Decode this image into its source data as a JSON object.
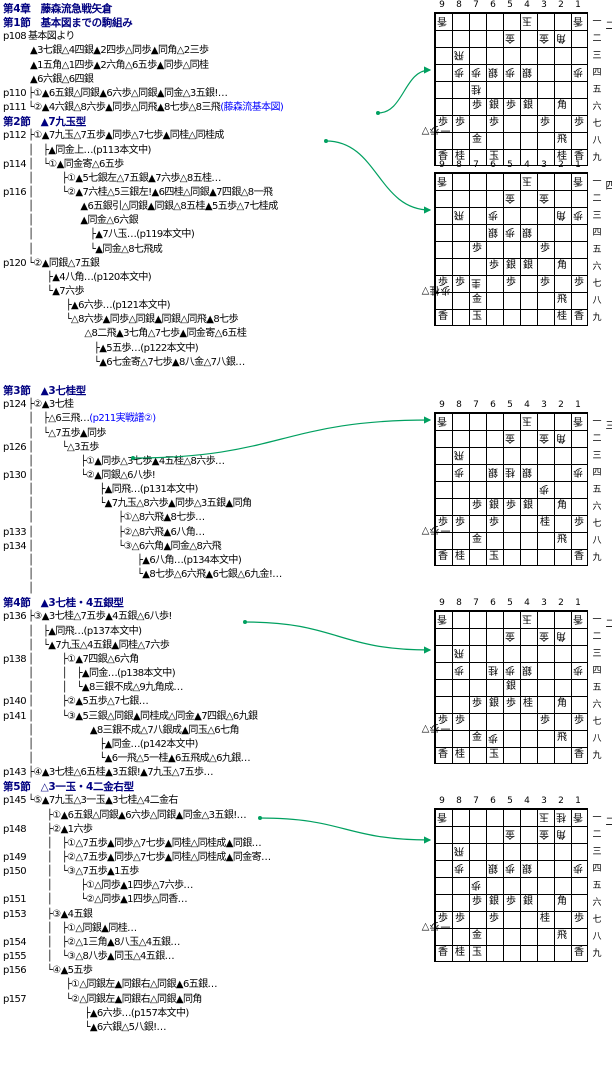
{
  "lines": [
    {
      "page": "",
      "text": "第4章　藤森流急戦矢倉",
      "head": true,
      "indent": 0
    },
    {
      "page": "",
      "text": "第1節　基本図までの駒組み",
      "head": true,
      "indent": 0
    },
    {
      "page": "p108",
      "text": "基本図より",
      "indent": 0
    },
    {
      "page": "",
      "text": "▲3七銀△4四銀▲2四歩△同歩▲同角△2三歩",
      "indent": 1
    },
    {
      "page": "",
      "text": "▲1五角△1四歩▲2六角△6五歩▲同歩△同桂",
      "indent": 1
    },
    {
      "page": "",
      "text": "▲6六銀△6四銀",
      "indent": 1
    },
    {
      "page": "p110",
      "text": "├①▲6五銀△同銀▲6六歩△同銀▲同金△3五銀!…",
      "indent": 0
    },
    {
      "page": "p111",
      "text": "└②▲4六銀△8六歩▲同歩△同飛▲8七歩△8三飛",
      "link": "(藤森流基本図)",
      "indent": 0
    },
    {
      "page": "",
      "text": "第2節　▲7九玉型",
      "head": true,
      "indent": 0
    },
    {
      "page": "p112",
      "text": "├①▲7九玉△7五歩▲同歩△7七歩▲同桂△同桂成",
      "indent": 2
    },
    {
      "page": "",
      "text": "│　├▲同金上…(p113本文中)",
      "indent": 2
    },
    {
      "page": "p114",
      "text": "│　└①▲同金寄△6五歩",
      "indent": 2
    },
    {
      "page": "",
      "text": "│　　　├①▲5七銀左△7五銀▲7六歩△8五桂…",
      "indent": 2
    },
    {
      "page": "p116",
      "text": "│　　　└②▲7六桂△5三銀左!▲6四桂△同銀▲7四銀△8一飛",
      "indent": 2
    },
    {
      "page": "",
      "text": "│　　　　　▲6五銀引△同銀▲同銀△8五桂▲5五歩△7七桂成",
      "indent": 2
    },
    {
      "page": "",
      "text": "│　　　　　▲同金△6六銀",
      "indent": 2
    },
    {
      "page": "",
      "text": "│　　　　　　├▲7八玉…(p119本文中)",
      "indent": 2
    },
    {
      "page": "",
      "text": "│　　　　　　└▲同金△8七飛成",
      "indent": 2
    },
    {
      "page": "p120",
      "text": "└②▲同銀△7五銀",
      "indent": 2
    },
    {
      "page": "",
      "text": "　　├▲4八角…(p120本文中)",
      "indent": 2
    },
    {
      "page": "",
      "text": "　　└▲7六歩",
      "indent": 2
    },
    {
      "page": "",
      "text": "　　　　├▲6六歩…(p121本文中)",
      "indent": 2
    },
    {
      "page": "",
      "text": "　　　　└△8六歩▲同歩△同銀▲同銀△同飛▲8七歩",
      "indent": 2
    },
    {
      "page": "",
      "text": "　　　　　　△8二飛▲3七角△7七歩▲同金寄△6五桂",
      "indent": 2
    },
    {
      "page": "",
      "text": "　　　　　　　├▲5五歩…(p122本文中)",
      "indent": 2
    },
    {
      "page": "",
      "text": "　　　　　　　└▲6七金寄△7七歩▲8八金△7八銀…",
      "indent": 2
    },
    {
      "page": "",
      "text": "",
      "indent": 0
    },
    {
      "page": "",
      "text": "第3節　▲3七桂型",
      "head": true,
      "indent": 0
    },
    {
      "page": "p124",
      "text": "├②▲3七桂",
      "indent": 2
    },
    {
      "page": "",
      "text": "│　├△6三飛…",
      "link": "(p211実戦譜②)",
      "indent": 2
    },
    {
      "page": "",
      "text": "│　└△7五歩▲同歩",
      "indent": 2
    },
    {
      "page": "p126",
      "text": "│　　　└△3五歩",
      "indent": 2
    },
    {
      "page": "",
      "text": "│　　　　　├①▲同歩△3七歩▲4五桂△8六歩…",
      "indent": 2
    },
    {
      "page": "p130",
      "text": "│　　　　　└②▲同銀△6八歩!",
      "indent": 2
    },
    {
      "page": "",
      "text": "│　　　　　　　├▲同飛…(p131本文中)",
      "indent": 2
    },
    {
      "page": "",
      "text": "│　　　　　　　└▲7九玉△8六歩▲同歩△3五銀▲同角",
      "indent": 2
    },
    {
      "page": "",
      "text": "│　　　　　　　　　├①△8六飛▲8七歩…",
      "indent": 2
    },
    {
      "page": "p133",
      "text": "│　　　　　　　　　├②△8六飛▲6八角…",
      "indent": 2
    },
    {
      "page": "p134",
      "text": "│　　　　　　　　　└③△6六角▲同金△8六飛",
      "indent": 2
    },
    {
      "page": "",
      "text": "│　　　　　　　　　　　├▲6八角…(p134本文中)",
      "indent": 2
    },
    {
      "page": "",
      "text": "│　　　　　　　　　　　└▲8七歩△6六飛▲6七銀△6九金!…",
      "indent": 2
    },
    {
      "page": "",
      "text": "│",
      "indent": 2
    },
    {
      "page": "",
      "text": "第4節　▲3七桂・4五銀型",
      "head": true,
      "indent": 0
    },
    {
      "page": "p136",
      "text": "├③▲3七桂△7五歩▲4五銀△6八歩!",
      "indent": 2
    },
    {
      "page": "",
      "text": "│　├▲同飛…(p137本文中)",
      "indent": 2
    },
    {
      "page": "",
      "text": "│　└▲7九玉△4五銀▲同桂△7六歩",
      "indent": 2
    },
    {
      "page": "p138",
      "text": "│　　　├①▲7四銀△6六角",
      "indent": 2
    },
    {
      "page": "",
      "text": "│　　　│　├▲同金…(p138本文中)",
      "indent": 2
    },
    {
      "page": "",
      "text": "│　　　│　└▲8三銀不成△9九角成…",
      "indent": 2
    },
    {
      "page": "p140",
      "text": "│　　　├②▲5五歩△7七銀…",
      "indent": 2
    },
    {
      "page": "p141",
      "text": "│　　　└③▲5三銀△同銀▲同桂成△同金▲7四銀△6九銀",
      "indent": 2
    },
    {
      "page": "",
      "text": "│　　　　　　▲8三銀不成△7八銀成▲同玉△6七角",
      "indent": 2
    },
    {
      "page": "",
      "text": "│　　　　　　　├▲同金…(p142本文中)",
      "indent": 2
    },
    {
      "page": "",
      "text": "│　　　　　　　└▲6一飛△5一桂▲6五飛成△6九銀…",
      "indent": 2
    },
    {
      "page": "p143",
      "text": "├④▲3七桂△6五桂▲3五銀!▲7九玉△7五歩…",
      "indent": 2
    },
    {
      "page": "",
      "text": "第5節　△3一玉・4二金右型",
      "head": true,
      "indent": 0
    },
    {
      "page": "p145",
      "text": "└⑤▲7九玉△3一玉▲3七桂△4二金右",
      "indent": 2
    },
    {
      "page": "",
      "text": "　　├①▲6五銀△同銀▲6六歩△同銀▲同金△3五銀!…",
      "indent": 2
    },
    {
      "page": "p148",
      "text": "　　├②▲1六歩",
      "indent": 2
    },
    {
      "page": "",
      "text": "　　│　├①△7五歩▲同歩△7七歩▲同桂△同桂成▲同銀…",
      "indent": 2
    },
    {
      "page": "p149",
      "text": "　　│　├②△7五歩▲同歩△7七歩▲同桂△同桂成▲同金寄…",
      "indent": 2
    },
    {
      "page": "p150",
      "text": "　　│　└③△7五歩▲1五歩",
      "indent": 2
    },
    {
      "page": "",
      "text": "　　│　　　├①△同歩▲1四歩△7六歩…",
      "indent": 2
    },
    {
      "page": "p151",
      "text": "　　│　　　└②△同歩▲1四歩△同香…",
      "indent": 2
    },
    {
      "page": "p153",
      "text": "　　├③▲4五銀",
      "indent": 2
    },
    {
      "page": "",
      "text": "　　│　├①△同銀▲同桂…",
      "indent": 2
    },
    {
      "page": "p154",
      "text": "　　│　├②△1三角▲8八玉△4五銀…",
      "indent": 2
    },
    {
      "page": "p155",
      "text": "　　│　└③△8八歩▲同玉△4五銀…",
      "indent": 2
    },
    {
      "page": "p156",
      "text": "　　└④▲5五歩",
      "indent": 2
    },
    {
      "page": "",
      "text": "　　　　├①△同銀左▲同銀右△同銀▲6五銀…",
      "indent": 2
    },
    {
      "page": "p157",
      "text": "　　　　└②△同銀左▲同銀右△同銀▲同角",
      "indent": 2
    },
    {
      "page": "",
      "text": "　　　　　　├▲6六歩…(p157本文中)",
      "indent": 2
    },
    {
      "page": "",
      "text": "　　　　　　└▲6六銀△5八銀!…",
      "indent": 2
    }
  ],
  "board_files": [
    "9",
    "8",
    "7",
    "6",
    "5",
    "4",
    "3",
    "2",
    "1"
  ],
  "board_ranks": [
    "一",
    "二",
    "三",
    "四",
    "五",
    "六",
    "七",
    "八",
    "九"
  ],
  "boards": [
    {
      "gote_hand": "▲歩二",
      "sente_hand": "▽歩一",
      "pieces": [
        {
          "c": 0,
          "r": 0,
          "p": "香",
          "g": true
        },
        {
          "c": 5,
          "r": 0,
          "p": "玉",
          "g": true
        },
        {
          "c": 8,
          "r": 0,
          "p": "香",
          "g": true
        },
        {
          "c": 4,
          "r": 1,
          "p": "金",
          "g": true
        },
        {
          "c": 6,
          "r": 1,
          "p": "金",
          "g": true
        },
        {
          "c": 1,
          "r": 2,
          "p": "飛",
          "g": true
        },
        {
          "c": 7,
          "r": 1,
          "p": "角",
          "g": true
        },
        {
          "c": 1,
          "r": 3,
          "p": "歩",
          "g": true
        },
        {
          "c": 2,
          "r": 3,
          "p": "歩",
          "g": true
        },
        {
          "c": 3,
          "r": 3,
          "p": "銀",
          "g": true
        },
        {
          "c": 4,
          "r": 3,
          "p": "歩",
          "g": true
        },
        {
          "c": 5,
          "r": 3,
          "p": "銀",
          "g": true
        },
        {
          "c": 8,
          "r": 3,
          "p": "歩",
          "g": true
        },
        {
          "c": 2,
          "r": 4,
          "p": "桂",
          "g": true
        },
        {
          "c": 2,
          "r": 5,
          "p": "歩"
        },
        {
          "c": 3,
          "r": 5,
          "p": "銀"
        },
        {
          "c": 4,
          "r": 5,
          "p": "歩"
        },
        {
          "c": 5,
          "r": 5,
          "p": "銀"
        },
        {
          "c": 7,
          "r": 5,
          "p": "角"
        },
        {
          "c": 0,
          "r": 6,
          "p": "歩"
        },
        {
          "c": 1,
          "r": 6,
          "p": "歩"
        },
        {
          "c": 3,
          "r": 6,
          "p": "歩"
        },
        {
          "c": 6,
          "r": 6,
          "p": "歩"
        },
        {
          "c": 8,
          "r": 6,
          "p": "歩"
        },
        {
          "c": 2,
          "r": 7,
          "p": "金"
        },
        {
          "c": 7,
          "r": 7,
          "p": "飛"
        },
        {
          "c": 0,
          "r": 8,
          "p": "香"
        },
        {
          "c": 1,
          "r": 8,
          "p": "桂"
        },
        {
          "c": 3,
          "r": 8,
          "p": "玉"
        },
        {
          "c": 7,
          "r": 8,
          "p": "桂"
        },
        {
          "c": 8,
          "r": 8,
          "p": "香"
        }
      ]
    },
    {
      "gote_hand": "▲歩四",
      "sente_hand": "▽桂歩",
      "pieces": [
        {
          "c": 0,
          "r": 0,
          "p": "香",
          "g": true
        },
        {
          "c": 5,
          "r": 0,
          "p": "玉",
          "g": true
        },
        {
          "c": 8,
          "r": 0,
          "p": "香",
          "g": true
        },
        {
          "c": 4,
          "r": 1,
          "p": "金",
          "g": true
        },
        {
          "c": 6,
          "r": 1,
          "p": "金",
          "g": true
        },
        {
          "c": 1,
          "r": 2,
          "p": "飛",
          "g": true
        },
        {
          "c": 3,
          "r": 2,
          "p": "歩",
          "g": true
        },
        {
          "c": 7,
          "r": 2,
          "p": "角",
          "g": true
        },
        {
          "c": 8,
          "r": 2,
          "p": "歩",
          "g": true
        },
        {
          "c": 3,
          "r": 3,
          "p": "銀",
          "g": true
        },
        {
          "c": 4,
          "r": 3,
          "p": "歩",
          "g": true
        },
        {
          "c": 5,
          "r": 3,
          "p": "銀",
          "g": true
        },
        {
          "c": 2,
          "r": 4,
          "p": "歩"
        },
        {
          "c": 6,
          "r": 4,
          "p": "歩"
        },
        {
          "c": 3,
          "r": 5,
          "p": "歩"
        },
        {
          "c": 4,
          "r": 5,
          "p": "銀"
        },
        {
          "c": 5,
          "r": 5,
          "p": "銀"
        },
        {
          "c": 7,
          "r": 5,
          "p": "角"
        },
        {
          "c": 0,
          "r": 6,
          "p": "歩"
        },
        {
          "c": 1,
          "r": 6,
          "p": "歩"
        },
        {
          "c": 2,
          "r": 6,
          "p": "圭",
          "g": true
        },
        {
          "c": 4,
          "r": 6,
          "p": "歩"
        },
        {
          "c": 6,
          "r": 6,
          "p": "歩"
        },
        {
          "c": 8,
          "r": 6,
          "p": "歩"
        },
        {
          "c": 2,
          "r": 7,
          "p": "金"
        },
        {
          "c": 7,
          "r": 7,
          "p": "飛"
        },
        {
          "c": 0,
          "r": 8,
          "p": "香"
        },
        {
          "c": 2,
          "r": 8,
          "p": "玉"
        },
        {
          "c": 7,
          "r": 8,
          "p": "桂"
        },
        {
          "c": 8,
          "r": 8,
          "p": "香"
        }
      ]
    },
    {
      "gote_hand": "▲歩三",
      "sente_hand": "▽歩一",
      "pieces": [
        {
          "c": 0,
          "r": 0,
          "p": "香",
          "g": true
        },
        {
          "c": 5,
          "r": 0,
          "p": "玉",
          "g": true
        },
        {
          "c": 8,
          "r": 0,
          "p": "香",
          "g": true
        },
        {
          "c": 4,
          "r": 1,
          "p": "金",
          "g": true
        },
        {
          "c": 6,
          "r": 1,
          "p": "金",
          "g": true
        },
        {
          "c": 1,
          "r": 2,
          "p": "飛",
          "g": true
        },
        {
          "c": 7,
          "r": 1,
          "p": "角",
          "g": true
        },
        {
          "c": 1,
          "r": 3,
          "p": "歩",
          "g": true
        },
        {
          "c": 3,
          "r": 3,
          "p": "銀",
          "g": true
        },
        {
          "c": 4,
          "r": 3,
          "p": "桂",
          "g": true
        },
        {
          "c": 5,
          "r": 3,
          "p": "銀",
          "g": true
        },
        {
          "c": 8,
          "r": 3,
          "p": "歩",
          "g": true
        },
        {
          "c": 6,
          "r": 4,
          "p": "歩",
          "g": true
        },
        {
          "c": 2,
          "r": 5,
          "p": "歩"
        },
        {
          "c": 3,
          "r": 5,
          "p": "銀"
        },
        {
          "c": 4,
          "r": 5,
          "p": "歩"
        },
        {
          "c": 5,
          "r": 5,
          "p": "銀"
        },
        {
          "c": 7,
          "r": 5,
          "p": "角"
        },
        {
          "c": 0,
          "r": 6,
          "p": "歩"
        },
        {
          "c": 1,
          "r": 6,
          "p": "歩"
        },
        {
          "c": 3,
          "r": 6,
          "p": "歩"
        },
        {
          "c": 6,
          "r": 6,
          "p": "桂"
        },
        {
          "c": 8,
          "r": 6,
          "p": "歩"
        },
        {
          "c": 2,
          "r": 7,
          "p": "金"
        },
        {
          "c": 7,
          "r": 7,
          "p": "飛"
        },
        {
          "c": 0,
          "r": 8,
          "p": "香"
        },
        {
          "c": 1,
          "r": 8,
          "p": "桂"
        },
        {
          "c": 3,
          "r": 8,
          "p": "玉"
        },
        {
          "c": 8,
          "r": 8,
          "p": "香"
        }
      ]
    },
    {
      "gote_hand": "▲歩二",
      "sente_hand": "▽歩一",
      "pieces": [
        {
          "c": 0,
          "r": 0,
          "p": "香",
          "g": true
        },
        {
          "c": 5,
          "r": 0,
          "p": "玉",
          "g": true
        },
        {
          "c": 8,
          "r": 0,
          "p": "香",
          "g": true
        },
        {
          "c": 4,
          "r": 1,
          "p": "金",
          "g": true
        },
        {
          "c": 6,
          "r": 1,
          "p": "金",
          "g": true
        },
        {
          "c": 1,
          "r": 2,
          "p": "飛",
          "g": true
        },
        {
          "c": 7,
          "r": 1,
          "p": "角",
          "g": true
        },
        {
          "c": 1,
          "r": 3,
          "p": "歩",
          "g": true
        },
        {
          "c": 3,
          "r": 3,
          "p": "桂",
          "g": true
        },
        {
          "c": 4,
          "r": 3,
          "p": "歩",
          "g": true
        },
        {
          "c": 5,
          "r": 3,
          "p": "銀",
          "g": true
        },
        {
          "c": 8,
          "r": 3,
          "p": "歩",
          "g": true
        },
        {
          "c": 4,
          "r": 4,
          "p": "銀"
        },
        {
          "c": 2,
          "r": 5,
          "p": "歩"
        },
        {
          "c": 3,
          "r": 5,
          "p": "銀"
        },
        {
          "c": 4,
          "r": 5,
          "p": "歩"
        },
        {
          "c": 5,
          "r": 5,
          "p": "桂"
        },
        {
          "c": 7,
          "r": 5,
          "p": "角"
        },
        {
          "c": 0,
          "r": 6,
          "p": "歩"
        },
        {
          "c": 1,
          "r": 6,
          "p": "歩"
        },
        {
          "c": 6,
          "r": 6,
          "p": "歩"
        },
        {
          "c": 8,
          "r": 6,
          "p": "歩"
        },
        {
          "c": 3,
          "r": 7,
          "p": "歩",
          "g": true
        },
        {
          "c": 2,
          "r": 7,
          "p": "金"
        },
        {
          "c": 7,
          "r": 7,
          "p": "飛"
        },
        {
          "c": 0,
          "r": 8,
          "p": "香"
        },
        {
          "c": 1,
          "r": 8,
          "p": "桂"
        },
        {
          "c": 3,
          "r": 8,
          "p": "玉"
        },
        {
          "c": 8,
          "r": 8,
          "p": "香"
        }
      ]
    },
    {
      "gote_hand": "▲歩二",
      "sente_hand": "▽歩一",
      "pieces": [
        {
          "c": 0,
          "r": 0,
          "p": "香",
          "g": true
        },
        {
          "c": 6,
          "r": 0,
          "p": "玉",
          "g": true
        },
        {
          "c": 7,
          "r": 0,
          "p": "桂",
          "g": true
        },
        {
          "c": 8,
          "r": 0,
          "p": "香",
          "g": true
        },
        {
          "c": 4,
          "r": 1,
          "p": "金",
          "g": true
        },
        {
          "c": 6,
          "r": 1,
          "p": "金",
          "g": true
        },
        {
          "c": 7,
          "r": 1,
          "p": "角",
          "g": true
        },
        {
          "c": 1,
          "r": 2,
          "p": "飛",
          "g": true
        },
        {
          "c": 1,
          "r": 3,
          "p": "歩",
          "g": true
        },
        {
          "c": 3,
          "r": 3,
          "p": "銀",
          "g": true
        },
        {
          "c": 4,
          "r": 3,
          "p": "歩",
          "g": true
        },
        {
          "c": 5,
          "r": 3,
          "p": "銀",
          "g": true
        },
        {
          "c": 8,
          "r": 3,
          "p": "歩",
          "g": true
        },
        {
          "c": 2,
          "r": 4,
          "p": "歩",
          "g": true
        },
        {
          "c": 2,
          "r": 5,
          "p": "歩"
        },
        {
          "c": 3,
          "r": 5,
          "p": "銀"
        },
        {
          "c": 4,
          "r": 5,
          "p": "歩"
        },
        {
          "c": 5,
          "r": 5,
          "p": "銀"
        },
        {
          "c": 7,
          "r": 5,
          "p": "角"
        },
        {
          "c": 0,
          "r": 6,
          "p": "歩"
        },
        {
          "c": 1,
          "r": 6,
          "p": "歩"
        },
        {
          "c": 3,
          "r": 6,
          "p": "歩"
        },
        {
          "c": 6,
          "r": 6,
          "p": "桂"
        },
        {
          "c": 8,
          "r": 6,
          "p": "歩"
        },
        {
          "c": 2,
          "r": 7,
          "p": "金"
        },
        {
          "c": 7,
          "r": 7,
          "p": "飛"
        },
        {
          "c": 0,
          "r": 8,
          "p": "香"
        },
        {
          "c": 1,
          "r": 8,
          "p": "桂"
        },
        {
          "c": 2,
          "r": 8,
          "p": "玉"
        },
        {
          "c": 8,
          "r": 8,
          "p": "香"
        }
      ]
    }
  ]
}
